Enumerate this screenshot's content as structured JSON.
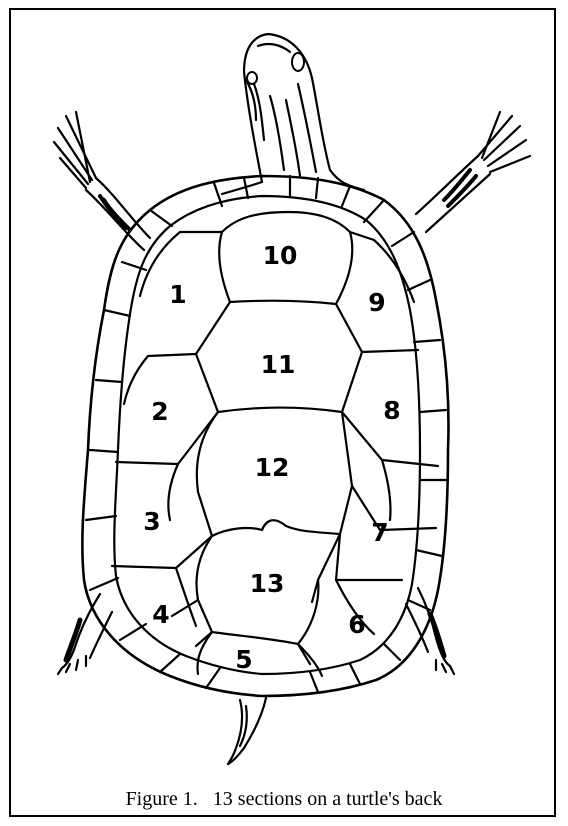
{
  "figure": {
    "caption": "Figure 1.   13 sections on a turtle's back"
  },
  "scutes": [
    {
      "id": "scute-1",
      "label": "1"
    },
    {
      "id": "scute-2",
      "label": "2"
    },
    {
      "id": "scute-3",
      "label": "3"
    },
    {
      "id": "scute-4",
      "label": "4"
    },
    {
      "id": "scute-5",
      "label": "5"
    },
    {
      "id": "scute-6",
      "label": "6"
    },
    {
      "id": "scute-7",
      "label": "7"
    },
    {
      "id": "scute-8",
      "label": "8"
    },
    {
      "id": "scute-9",
      "label": "9"
    },
    {
      "id": "scute-10",
      "label": "10"
    },
    {
      "id": "scute-11",
      "label": "11"
    },
    {
      "id": "scute-12",
      "label": "12"
    },
    {
      "id": "scute-13",
      "label": "13"
    }
  ],
  "colors": {
    "ink": "#000000",
    "paper": "#ffffff"
  }
}
